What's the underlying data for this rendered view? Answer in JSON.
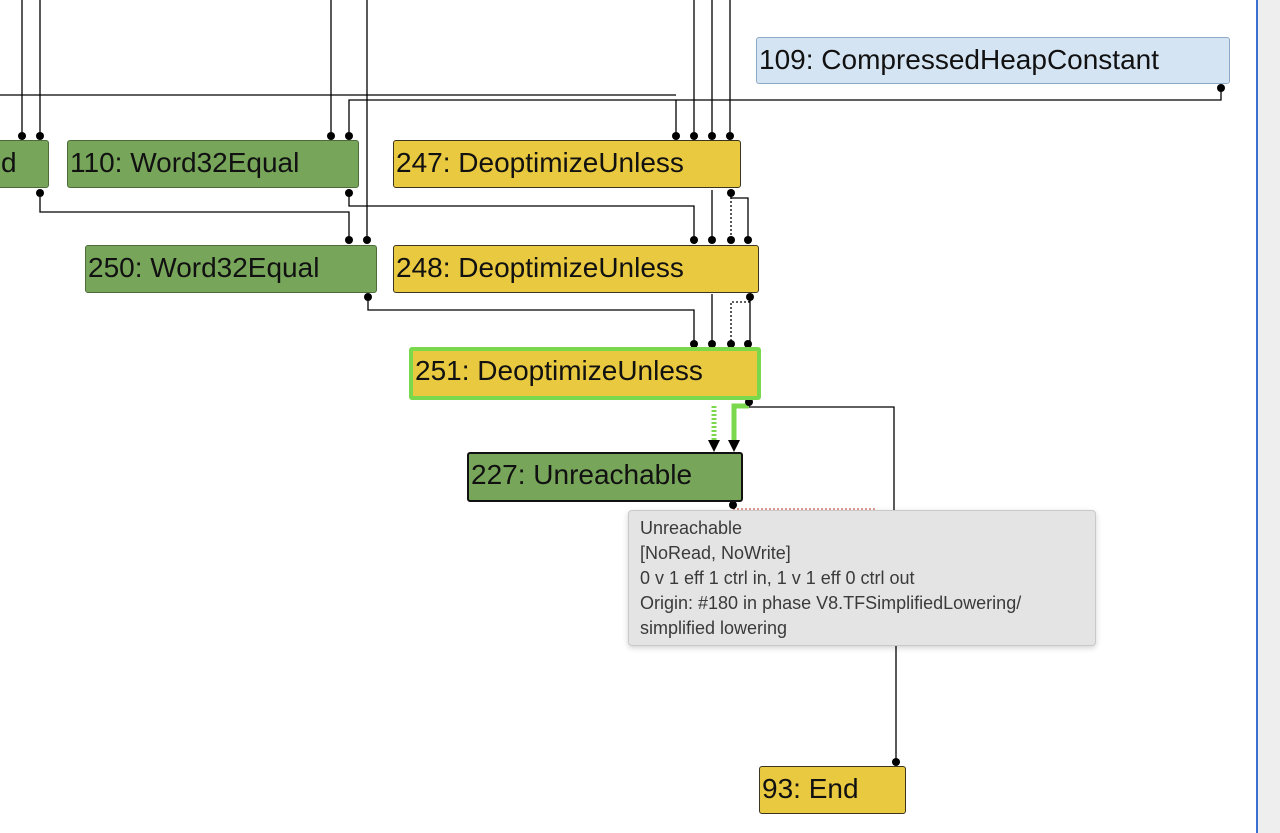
{
  "nodes": {
    "n109": "109: CompressedHeapConstant",
    "n_cut": "d",
    "n110": "110: Word32Equal",
    "n247": "247: DeoptimizeUnless",
    "n250": "250: Word32Equal",
    "n248": "248: DeoptimizeUnless",
    "n251": "251: DeoptimizeUnless",
    "n227": "227: Unreachable",
    "n93": "93: End"
  },
  "tooltip": {
    "line1": "Unreachable",
    "line2": "[NoRead, NoWrite]",
    "line3": "0 v 1 eff 1 ctrl in, 1 v 1 eff 0 ctrl out",
    "line4": "Origin: #180 in phase V8.TFSimplifiedLowering/",
    "line5": "simplified lowering"
  },
  "colors": {
    "pure_node": "#77a55a",
    "control_node": "#e9c93f",
    "constant_node": "#d5e4f3",
    "selection": "#7ad84c"
  }
}
